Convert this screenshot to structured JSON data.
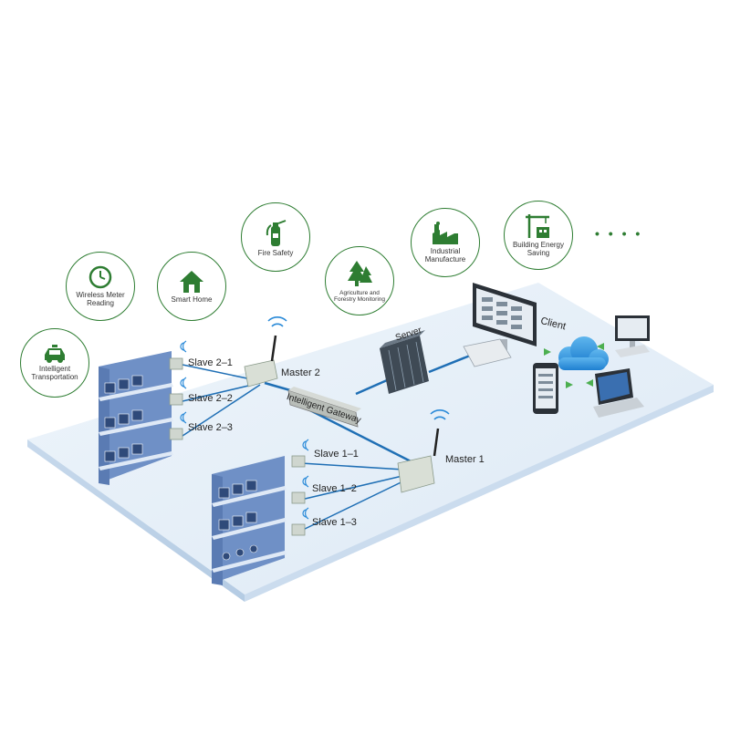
{
  "applications": [
    {
      "id": "transport",
      "label": "Intelligent\nTransportation",
      "icon": "car-icon"
    },
    {
      "id": "meter",
      "label": "Wireless Meter\nReading",
      "icon": "clock-icon"
    },
    {
      "id": "home",
      "label": "Smart Home",
      "icon": "house-icon"
    },
    {
      "id": "fire",
      "label": "Fire Safety",
      "icon": "fire-extinguisher-icon"
    },
    {
      "id": "agri",
      "label": "Agriculture and\nForestry Monitoring",
      "icon": "tree-icon"
    },
    {
      "id": "industry",
      "label": "Industrial\nManufacture",
      "icon": "factory-icon"
    },
    {
      "id": "building",
      "label": "Building Energy\nSaving",
      "icon": "crane-icon"
    }
  ],
  "more_indicator": "• • • •",
  "nodes": {
    "master1": "Master 1",
    "master2": "Master 2",
    "gateway": "Intelligent Gateway",
    "server": "Server",
    "client": "Client",
    "slave11": "Slave 1–1",
    "slave12": "Slave 1–2",
    "slave13": "Slave 1–3",
    "slave21": "Slave 2–1",
    "slave22": "Slave 2–2",
    "slave23": "Slave 2–3"
  },
  "colors": {
    "accent": "#2e7d32",
    "platform": "#e8f1fa",
    "link": "#1f6fb5",
    "wifi": "#2a8ad8"
  }
}
